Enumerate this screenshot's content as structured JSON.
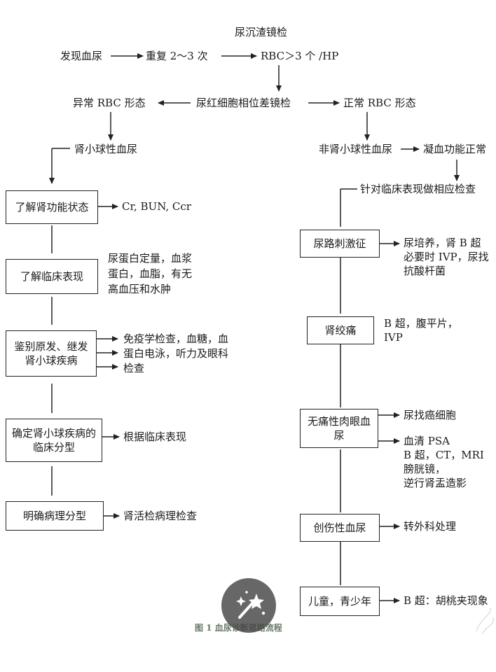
{
  "top": {
    "title": "尿沉渣镜检",
    "found": "发现血尿",
    "repeat": "重复 2～3 次",
    "rbc": "RBC＞3 个 /HP",
    "phase": "尿红细胞相位差镜检",
    "abnormal": "异常 RBC 形态",
    "normal": "正常 RBC 形态",
    "glom": "肾小球性血尿",
    "nonglom": "非肾小球性血尿",
    "coag": "凝血功能正常",
    "targeted": "针对临床表现做相应检查"
  },
  "left": {
    "box1": "了解肾功能状态",
    "note1": "Cr, BUN, Ccr",
    "box2": "了解临床表现",
    "note2": "尿蛋白定量，血浆蛋白，血脂，有无高血压和水肿",
    "box3": "鉴别原发、继发肾小球疾病",
    "note3": "免疫学检查，血糖，血蛋白电泳，听力及眼科检查",
    "box4": "确定肾小球疾病的临床分型",
    "note4": "根据临床表现",
    "box5": "明确病理分型",
    "note5": "肾活检病理检查"
  },
  "right": {
    "box1": "尿路刺激征",
    "note1": "尿培养，肾 B 超必要时 IVP，尿找抗酸杆菌",
    "box2": "肾绞痛",
    "note2": "B 超，腹平片，IVP",
    "box3": "无痛性肉眼血尿",
    "note3a": "尿找癌细胞",
    "note3b_1": "血清 PSA",
    "note3b_2": "B 超，CT，MRI",
    "note3b_3": "膀胱镜，",
    "note3b_4": "逆行肾盂造影",
    "box4": "创伤性血尿",
    "note4": "转外科处理",
    "box5": "儿童，青少年",
    "note5": "B 超：胡桃夹现象"
  },
  "caption": "图 1   血尿诊断思路流程",
  "icons": {
    "badge": "magic-wand-icon"
  }
}
